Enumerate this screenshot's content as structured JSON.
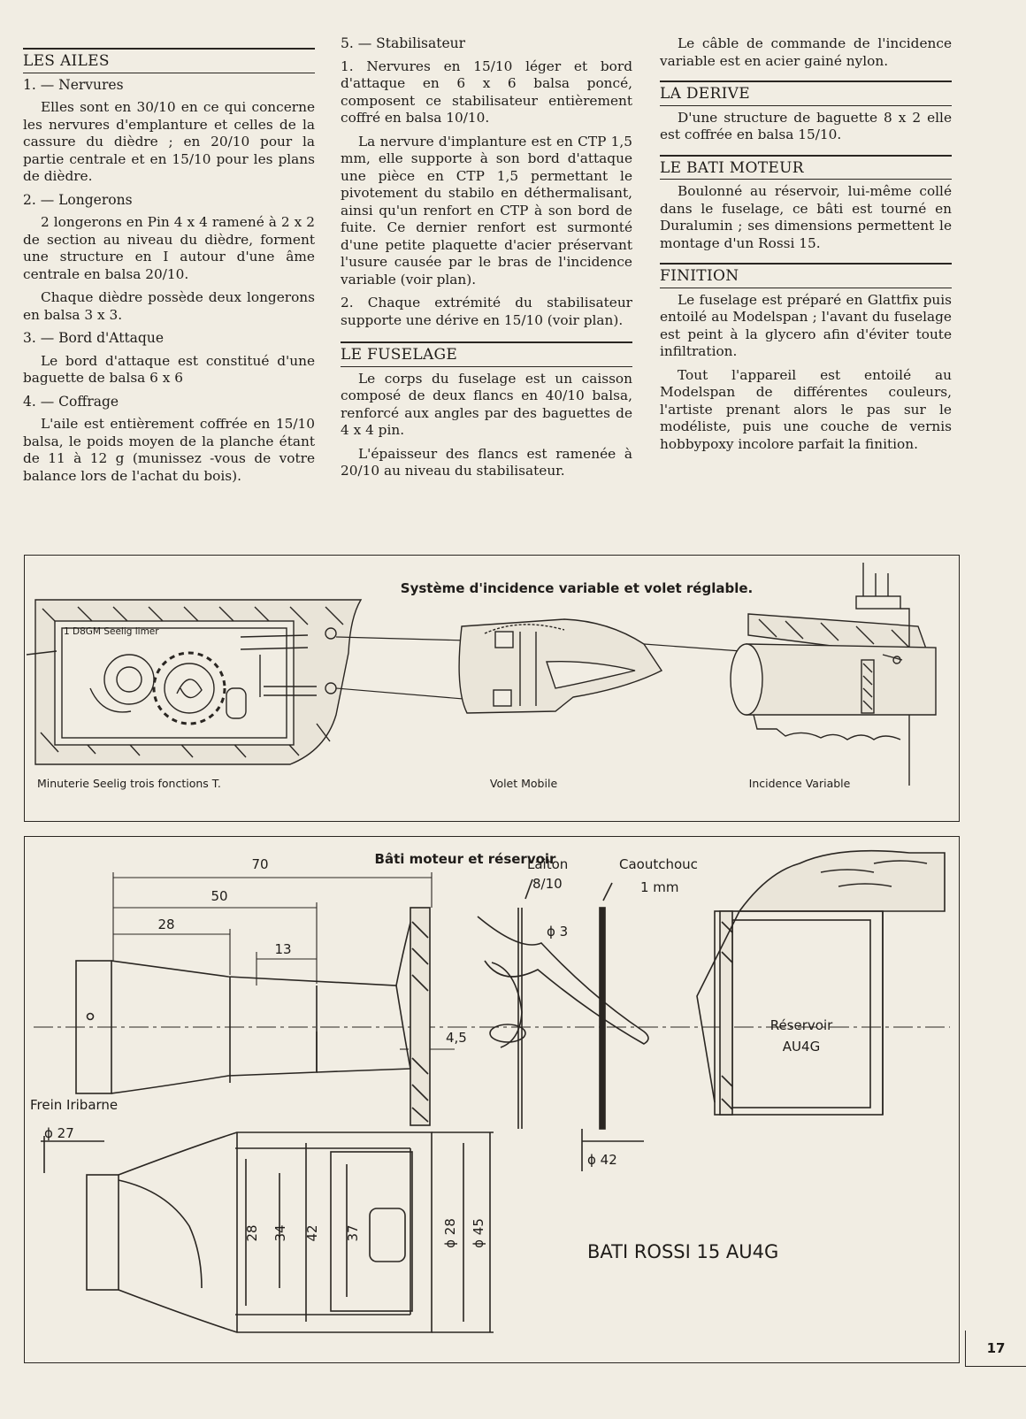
{
  "col1": {
    "heading": "LES AILES",
    "s1_title": "1. — Nervures",
    "s1_text": "Elles sont en 30/10 en ce qui concerne les nervures d'emplanture et celles de la cassure du dièdre ; en 20/10 pour la partie centrale et en 15/10 pour les plans de dièdre.",
    "s2_title": "2. — Longerons",
    "s2_p1": "2 longerons en Pin 4 x 4 ramené à 2 x 2 de section au niveau du dièdre, forment une structure en I autour d'une âme centrale en balsa 20/10.",
    "s2_p2": "Chaque dièdre possède deux longerons en balsa 3 x 3.",
    "s3_title": "3. — Bord d'Attaque",
    "s3_text": "Le bord d'attaque est constitué d'une baguette de balsa 6 x 6",
    "s4_title": "4. — Coffrage",
    "s4_text": "L'aile est entièrement coffrée en 15/10 balsa, le poids moyen de la planche étant de 11 à 12 g (munissez -vous de votre balance lors de l'achat du bois)."
  },
  "col2": {
    "s5_title": "5. — Stabilisateur",
    "s5_p1": "1. Nervures en 15/10 léger et bord d'attaque en 6 x 6 balsa poncé, composent ce stabilisateur entièrement coffré en balsa 10/10.",
    "s5_p2": "La nervure d'implanture est en CTP 1,5 mm, elle supporte à son bord d'attaque une pièce en CTP 1,5 permettant le pivotement du stabilo en déthermalisant, ainsi qu'un renfort en CTP à son bord de fuite. Ce dernier renfort est surmonté d'une petite plaquette d'acier préservant l'usure causée par le bras de l'incidence variable (voir plan).",
    "s5_p3": "2. Chaque extrémité du stabilisateur supporte une dérive en 15/10 (voir plan).",
    "heading": "LE FUSELAGE",
    "f_p1": "Le corps du fuselage est un caisson composé de deux flancs en 40/10 balsa, renforcé aux angles par des baguettes de 4 x 4 pin.",
    "f_p2": "L'épaisseur des flancs est ramenée à 20/10 au niveau du stabilisateur."
  },
  "col3": {
    "p0": "Le câble de commande de l'incidence variable est en acier gainé nylon.",
    "h1": "LA DERIVE",
    "d_text": "D'une structure de baguette 8 x 2 elle est coffrée en balsa 15/10.",
    "h2": "LE BATI MOTEUR",
    "b_text": "Boulonné au réservoir, lui-même collé dans le fuselage, ce bâti est tourné en Duralumin ; ses dimensions permettent le montage d'un Rossi 15.",
    "h3": "FINITION",
    "fin_p1": "Le fuselage est préparé en Glattfix puis entoilé au Modelspan ; l'avant du fuselage est peint à la glycero afin d'éviter toute infiltration.",
    "fin_p2": "Tout l'appareil est entoilé au Modelspan de différentes couleurs, l'artiste prenant alors le pas sur le modéliste, puis une couche de vernis hobbypoxy incolore parfait la finition."
  },
  "fig1": {
    "title": "Système d'incidence variable et volet réglable.",
    "timer_label": "1  D8GM  Seelig  limer",
    "caption_left": "Minuterie  Seelig  trois  fonctions  T.",
    "caption_mid": "Volet Mobile",
    "caption_right": "Incidence Variable"
  },
  "fig2": {
    "title": "Bâti moteur et réservoir",
    "dim_70": "70",
    "dim_50": "50",
    "dim_28": "28",
    "dim_13": "13",
    "dim_45": "4,5",
    "laiton": "Laiton",
    "laiton_size": "8/10",
    "caoutchouc": "Caoutchouc",
    "caoutchouc_size": "1 mm",
    "phi3": "ϕ 3",
    "phi42": "ϕ 42",
    "reservoir": "Réservoir",
    "au4g": "AU4G",
    "frein": "Frein  Iribarne",
    "phi27": "ϕ 27",
    "v28": "28",
    "v34": "34",
    "v42": "42",
    "v37": "37",
    "v_phi28": "ϕ 28",
    "v_phi45": "ϕ 45",
    "bati": "BATI ROSSI 15 AU4G"
  },
  "page_number": "17"
}
